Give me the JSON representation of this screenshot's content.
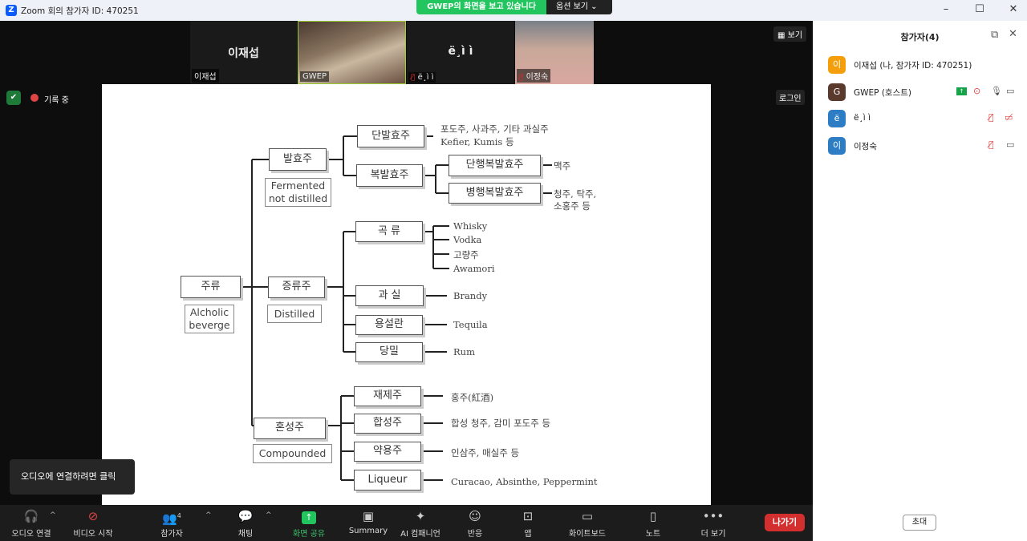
{
  "window": {
    "title": "Zoom 회의 참가자 ID: 470251",
    "logo": "Z",
    "minimize": "–",
    "maximize": "☐",
    "close": "✕"
  },
  "share_banner": {
    "text": "GWEP의 화면을 보고 있습니다",
    "options": "옵션 보기 ⌄"
  },
  "video_strip": {
    "tiles": [
      {
        "name": "이재섭",
        "label": "이재섭"
      },
      {
        "label": "GWEP"
      },
      {
        "name": "ë¸ì ì",
        "label": "ë¸ì ì"
      },
      {
        "label": "이정숙"
      }
    ],
    "view_button": "▦ 보기"
  },
  "meeting": {
    "recording": "기록 중",
    "login": "로그인"
  },
  "diagram": {
    "root": "주류",
    "root_en": "Alcholic\nbeverge",
    "fermented": "발효주",
    "fermented_en": "Fermented\nnot distilled",
    "single_ferm": "단발효주",
    "single_ferm_ex1": "포도주, 사과주, 기타 과실주",
    "single_ferm_ex2": "Kefier, Kumis 등",
    "multi_ferm": "복발효주",
    "seq_ferm": "단행복발효주",
    "seq_ferm_ex": "맥주",
    "par_ferm": "병행복발효주",
    "par_ferm_ex1": "청주, 탁주,",
    "par_ferm_ex2": "소홍주 등",
    "distilled": "증류주",
    "distilled_en": "Distilled",
    "grain": "곡 류",
    "grain_ex": [
      "Whisky",
      "Vodka",
      "고량주",
      "Awamori"
    ],
    "fruit": "과 실",
    "fruit_ex": "Brandy",
    "agave": "용설란",
    "agave_ex": "Tequila",
    "molasses": "당밀",
    "molasses_ex": "Rum",
    "compounded": "혼성주",
    "compounded_en": "Compounded",
    "reprocessed": "재제주",
    "reprocessed_ex": "홍주(紅酒)",
    "synthetic": "합성주",
    "synthetic_ex": "합성 청주, 감미 포도주 등",
    "medicinal": "약용주",
    "medicinal_ex": "인삼주, 매실주 등",
    "liqueur": "Liqueur",
    "liqueur_ex": "Curacao, Absinthe, Peppermint"
  },
  "tooltip": "오디오에 연결하려면 클릭",
  "toolbar": {
    "audio": "오디오 연결",
    "video": "비디오 시작",
    "participants": "참가자",
    "participants_count": "4",
    "chat": "채팅",
    "share": "화면 공유",
    "summary": "Summary",
    "ai": "AI 컴패니언",
    "reactions": "반응",
    "apps": "앱",
    "whiteboard": "화이트보드",
    "notes": "노트",
    "more": "더 보기",
    "leave": "나가기"
  },
  "panel": {
    "title": "참가자(4)",
    "invite": "초대",
    "participants": [
      {
        "initial": "이",
        "name": "이재섭 (나, 참가자 ID: 470251)",
        "color": "#f59e0b"
      },
      {
        "initial": "G",
        "name": "GWEP (호스트)",
        "color": "#5b3a2e"
      },
      {
        "initial": "ë",
        "name": "ë¸ì ì",
        "color": "#2d7dc4"
      },
      {
        "initial": "이",
        "name": "이정숙",
        "color": "#2d7dc4"
      }
    ]
  }
}
